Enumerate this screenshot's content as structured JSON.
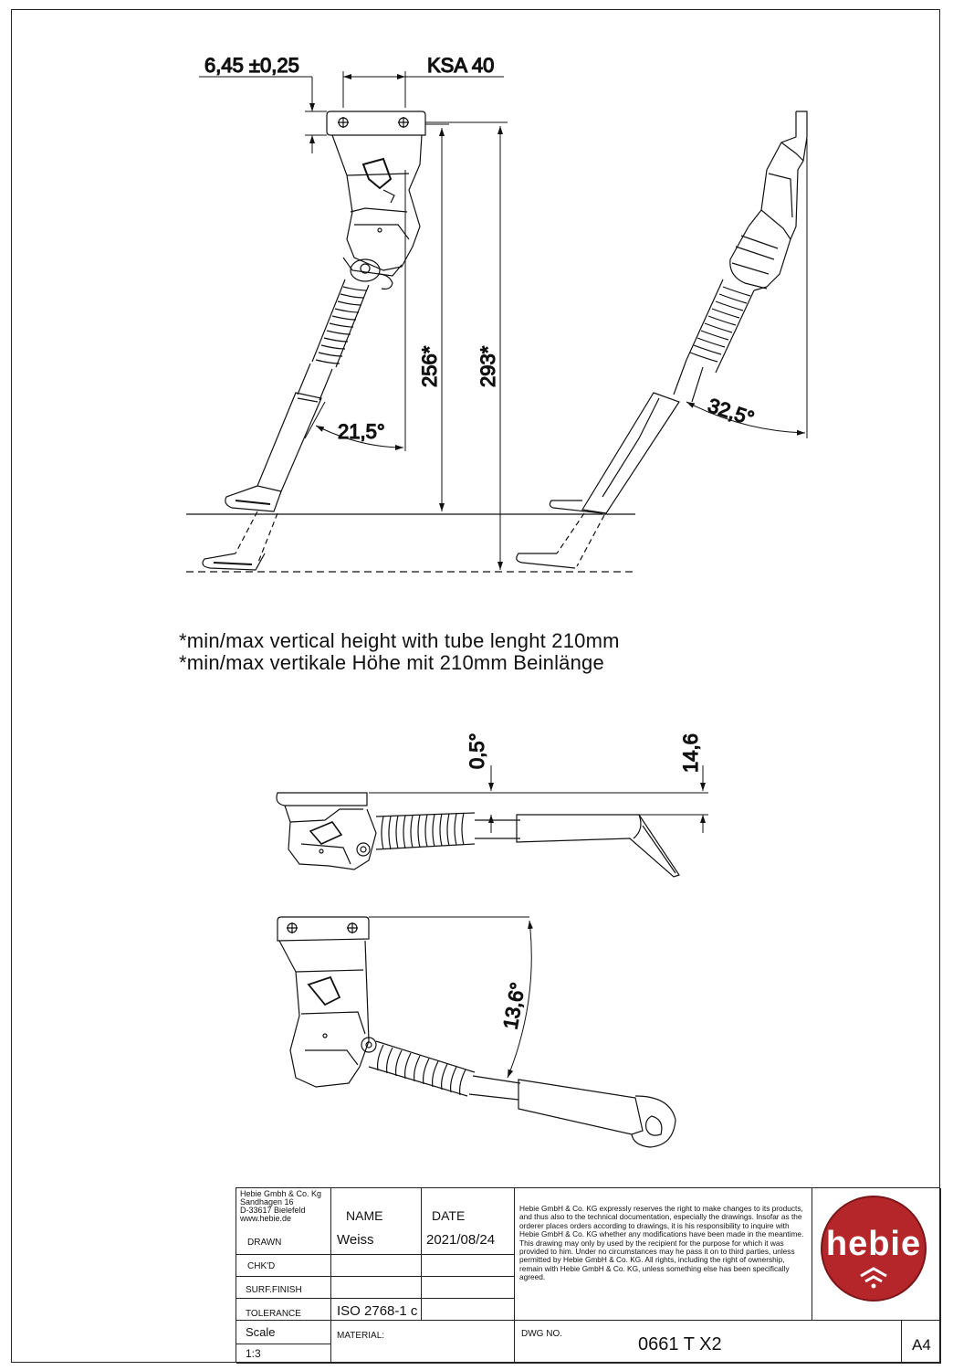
{
  "dimensions": {
    "offset": "6,45 ±0,25",
    "ksa": "KSA 40",
    "height_min": "256*",
    "height_max": "293*",
    "angle_front": "21,5°",
    "angle_side": "32,5°",
    "angle_top": "0,5°",
    "offset_top": "14,6",
    "angle_bottom": "13,6°"
  },
  "notes": {
    "en": "*min/max vertical height with tube lenght 210mm",
    "de": "*min/max vertikale Höhe mit 210mm Beinlänge"
  },
  "title_block": {
    "company_lines": [
      "Hebie Gmbh & Co. Kg",
      "Sandhagen 16",
      "D-33617 Bielefeld",
      "www.hebie.de"
    ],
    "name_header": "NAME",
    "date_header": "DATE",
    "drawn_label": "DRAWN",
    "drawn_name": "Weiss",
    "drawn_date": "2021/08/24",
    "chkd_label": "CHK'D",
    "surf_label": "SURF.FINISH",
    "tolerance_label": "TOLERANCE",
    "tolerance_value": "ISO 2768-1 c",
    "scale_label": "Scale",
    "scale_value": "1:3",
    "material_label": "MATERIAL:",
    "dwg_label": "DWG NO.",
    "dwg_number": "0661 T X2",
    "sheet_size": "A4",
    "disclaimer": "Hebie GmbH & Co. KG expressly reserves the right to make changes to its products, and thus also to the technical documentation, especially the drawings. Insofar as the orderer places orders according to drawings, it is his responsibility to inquire with Hebie GmbH & Co. KG whether any modifications have been made in the meantime. This drawing may only by used by the recipient for the purpose for which it was provided to him. Under no circumstances may he pass it on to third parties, unless permitted by Hebie GmbH & Co. KG. All rights, including the right of ownership, remain with Hebie GmbH & Co. KG, unless something else has been specifically agreed.",
    "logo_text": "hebie"
  },
  "colors": {
    "line": "#111111",
    "logo_red": "#b5262b"
  }
}
